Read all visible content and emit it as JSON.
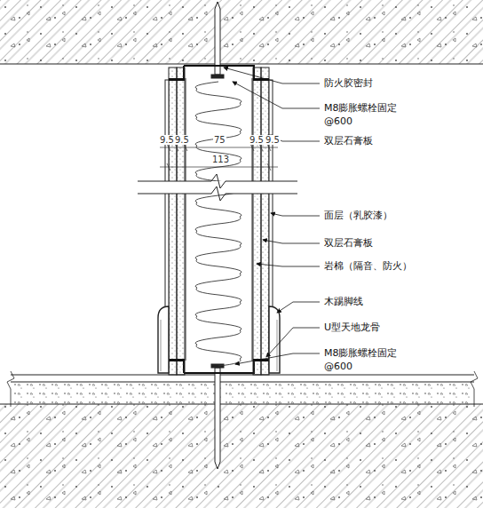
{
  "diagram": {
    "labels": [
      "防火胶密封",
      "M8膨胀螺栓固定",
      "@600",
      "双层石膏板",
      "面层（乳胶漆）",
      "双层石膏板",
      "岩棉（隔音、防火）",
      "木踢脚线",
      "U型天地龙骨",
      "M8膨胀螺栓固定",
      "@600",
      "9.5",
      "9.5",
      "75",
      "9.5",
      "9.5",
      "113"
    ]
  }
}
